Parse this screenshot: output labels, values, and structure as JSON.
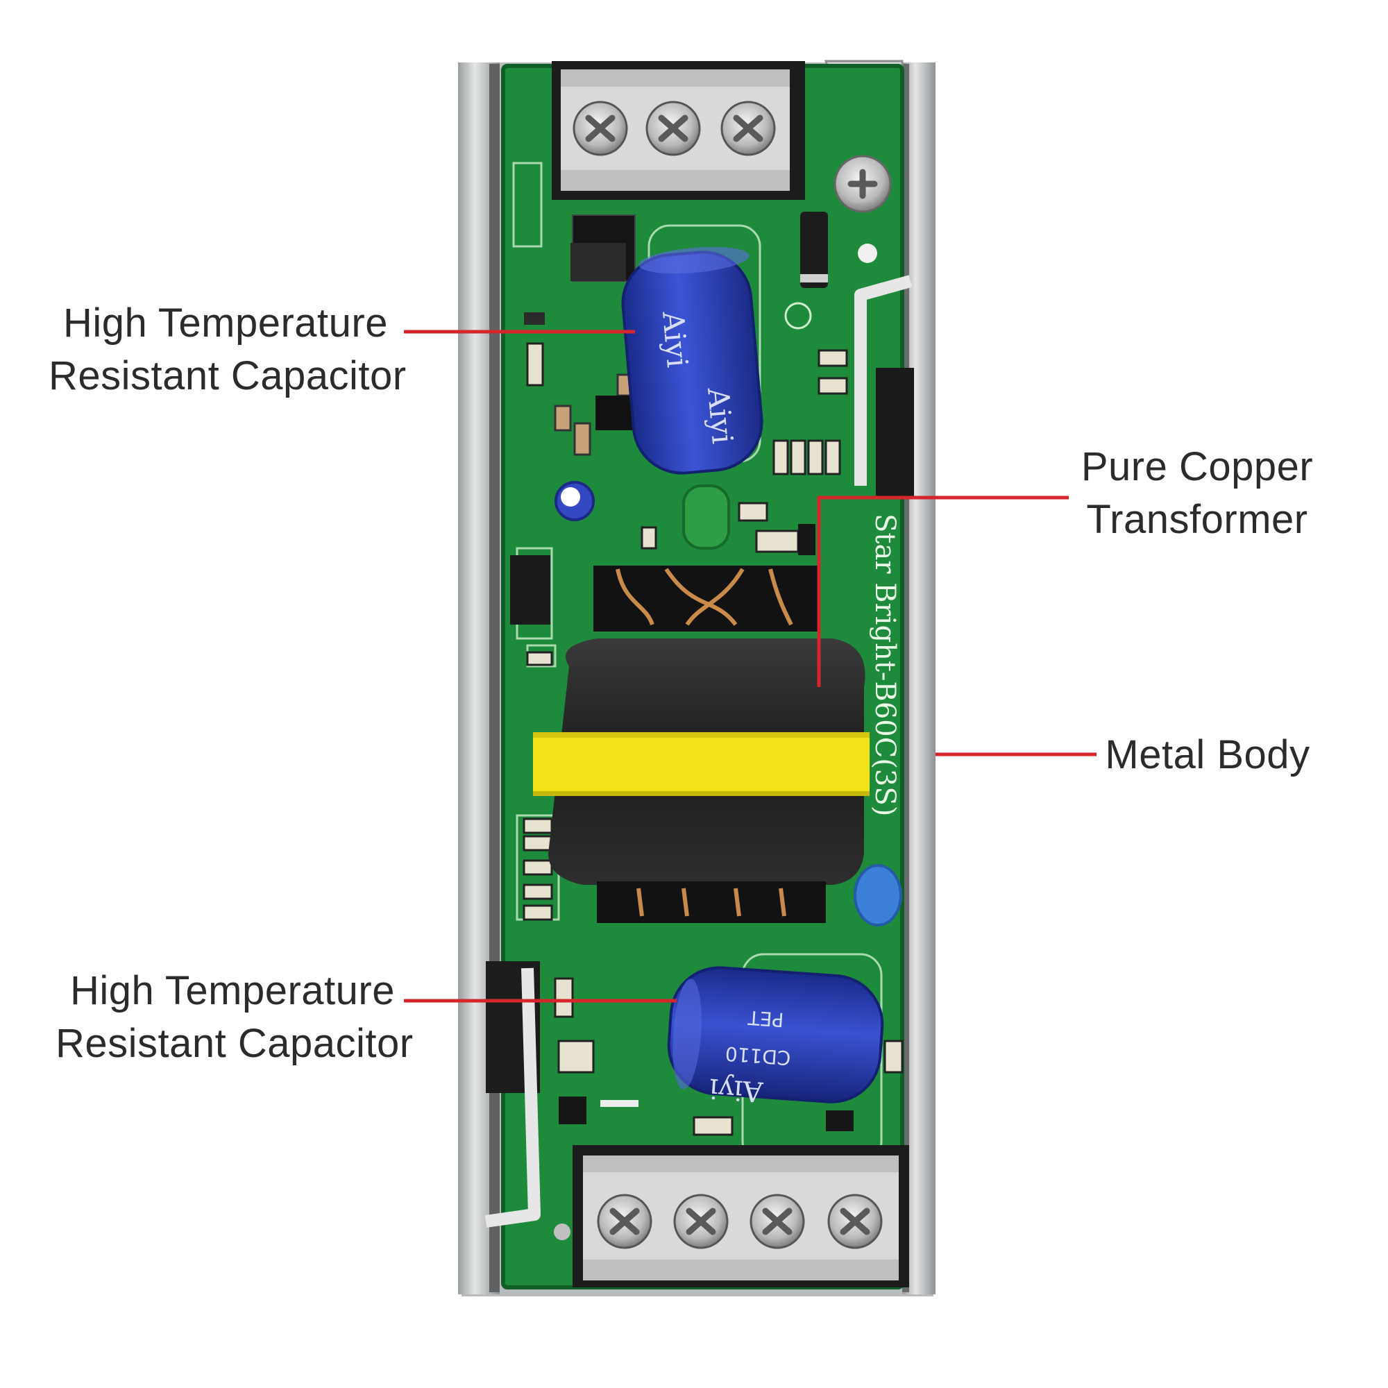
{
  "labels": {
    "cap_top": {
      "line1": "High Temperature",
      "line2": "Resistant Capacitor"
    },
    "transformer": {
      "line1": "Pure Copper",
      "line2": "Transformer"
    },
    "metal_body": {
      "line1": "Metal Body"
    },
    "cap_bottom": {
      "line1": "High Temperature",
      "line2": "Resistant Capacitor"
    }
  },
  "board_text": {
    "model_print": "Star Bright-B60C(3S)",
    "cap1_text": "Aiyi",
    "cap2_line1": "CD110",
    "cap2_line2": "PET",
    "cap2_line3": "Aiyi"
  },
  "colors": {
    "pcb": "#1e8a3c",
    "leader": "#d6262b",
    "cap_blue": "#2a3fb8",
    "transformer_tape": "#f3e21a",
    "metal": "#c9cbcd"
  }
}
